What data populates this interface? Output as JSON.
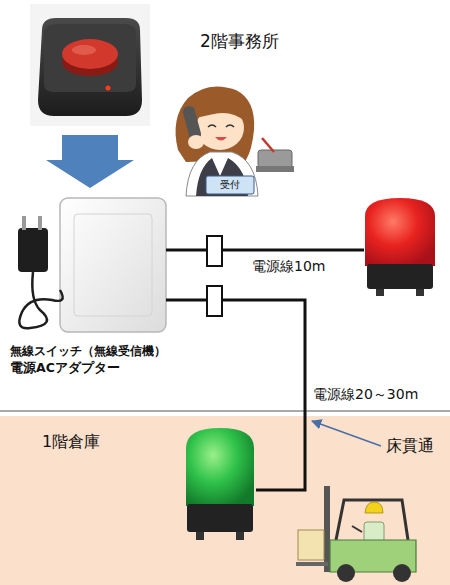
{
  "diagram": {
    "nodes": [
      {
        "text": [
          "無線スイッチ（無線受信機）",
          "電源ACアダプター"
        ]
      },
      {
        "text": [
          "1階倉庫"
        ]
      }
    ],
    "labels": [
      "2階事務所",
      "受付",
      "電源線10m",
      "電源線20～30m",
      "床貫通"
    ]
  }
}
